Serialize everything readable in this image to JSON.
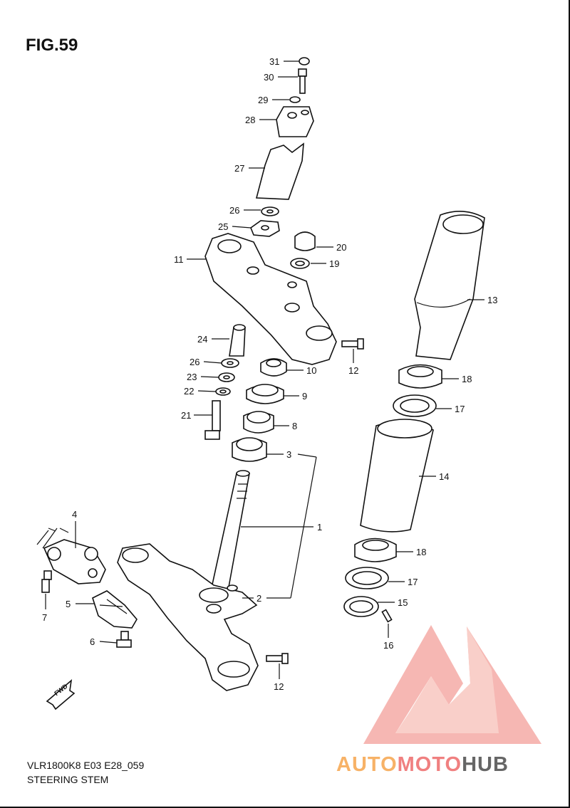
{
  "figure_title": "FIG.59",
  "model_code": "VLR1800K8 E03 E28_059",
  "section_name": "STEERING STEM",
  "fwd_label": "FWD",
  "callouts": [
    {
      "id": "c31",
      "text": "31"
    },
    {
      "id": "c30",
      "text": "30"
    },
    {
      "id": "c29",
      "text": "29"
    },
    {
      "id": "c28",
      "text": "28"
    },
    {
      "id": "c27",
      "text": "27"
    },
    {
      "id": "c26a",
      "text": "26"
    },
    {
      "id": "c25",
      "text": "25"
    },
    {
      "id": "c11",
      "text": "11"
    },
    {
      "id": "c20",
      "text": "20"
    },
    {
      "id": "c19",
      "text": "19"
    },
    {
      "id": "c13",
      "text": "13"
    },
    {
      "id": "c24",
      "text": "24"
    },
    {
      "id": "c12a",
      "text": "12"
    },
    {
      "id": "c26b",
      "text": "26"
    },
    {
      "id": "c10",
      "text": "10"
    },
    {
      "id": "c23",
      "text": "23"
    },
    {
      "id": "c18a",
      "text": "18"
    },
    {
      "id": "c22",
      "text": "22"
    },
    {
      "id": "c9",
      "text": "9"
    },
    {
      "id": "c17a",
      "text": "17"
    },
    {
      "id": "c21",
      "text": "21"
    },
    {
      "id": "c8",
      "text": "8"
    },
    {
      "id": "c3",
      "text": "3"
    },
    {
      "id": "c14",
      "text": "14"
    },
    {
      "id": "c4",
      "text": "4"
    },
    {
      "id": "c1",
      "text": "1"
    },
    {
      "id": "c18b",
      "text": "18"
    },
    {
      "id": "c17b",
      "text": "17"
    },
    {
      "id": "c2",
      "text": "2"
    },
    {
      "id": "c5",
      "text": "5"
    },
    {
      "id": "c15",
      "text": "15"
    },
    {
      "id": "c7",
      "text": "7"
    },
    {
      "id": "c6",
      "text": "6"
    },
    {
      "id": "c16",
      "text": "16"
    },
    {
      "id": "c12b",
      "text": "12"
    }
  ],
  "watermark": {
    "part1": "AUTO",
    "part2": "MOTO",
    "part3": "HUB",
    "color_orange": "#f7b267",
    "color_red": "#f08080",
    "color_grey": "#666666",
    "logo_color": "#f4a09a"
  }
}
